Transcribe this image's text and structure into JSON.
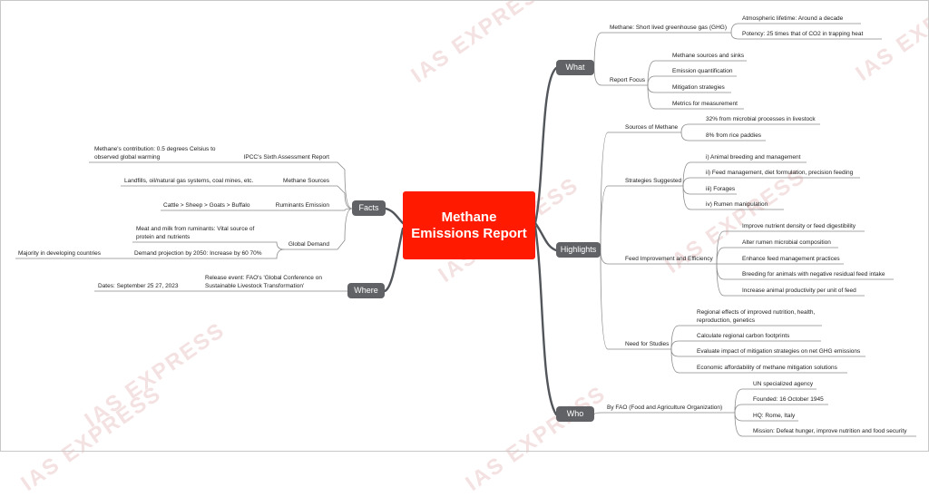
{
  "watermark": "IAS EXPRESS",
  "central": {
    "line1": "Methane",
    "line2": "Emissions Report"
  },
  "what": {
    "label": "What",
    "methane": "Methane: Short lived greenhouse gas (GHG)",
    "lifetime": "Atmospheric lifetime: Around a decade",
    "potency": "Potency: 25 times that of CO2 in trapping heat",
    "report_focus": "Report Focus",
    "focus": [
      "Methane sources and sinks",
      "Emission quantification",
      "Mitigation strategies",
      "Metrics for measurement"
    ]
  },
  "highlights": {
    "label": "Highlights",
    "sources": "Sources of Methane",
    "sources_items": [
      "32% from microbial processes in livestock",
      "8% from rice paddies"
    ],
    "strategies": "Strategies Suggested",
    "strategies_items": [
      "i) Animal breeding and management",
      "ii) Feed management, diet formulation, precision feeding",
      "iii) Forages",
      "iv) Rumen manipulation"
    ],
    "feed": "Feed Improvement and Efficiency",
    "feed_items": [
      "Improve nutrient density or feed digestibility",
      "Alter rumen microbial composition",
      "Enhance feed management practices",
      "Breeding for animals with negative residual feed intake",
      "Increase animal productivity per unit of feed"
    ],
    "studies": "Need for Studies",
    "studies_first_1": "Regional effects of improved nutrition, health,",
    "studies_first_2": "reproduction, genetics",
    "studies_items": [
      "Calculate regional carbon footprints",
      "Evaluate impact of mitigation strategies on net GHG emissions",
      "Economic affordability of methane mitigation solutions"
    ]
  },
  "who": {
    "label": "Who",
    "fao": "By FAO (Food and Agriculture Organization)",
    "items": [
      "UN specialized agency",
      "Founded: 16 October 1945",
      "HQ: Rome, Italy",
      "Mission: Defeat hunger, improve nutrition and food security"
    ]
  },
  "facts": {
    "label": "Facts",
    "ipcc": "IPCC's Sixth Assessment Report",
    "ipcc_detail_1": "Methane's contribution: 0.5 degrees Celsius to",
    "ipcc_detail_2": "observed global warming",
    "sources": "Methane Sources",
    "sources_detail": "Landfills, oil/natural gas systems, coal mines, etc.",
    "ruminants": "Ruminants Emission",
    "ruminants_detail": "Cattle > Sheep > Goats > Buffalo",
    "demand": "Global Demand",
    "demand_meat_1": "Meat and milk from ruminants: Vital source of",
    "demand_meat_2": "protein and nutrients",
    "demand_projection": "Demand projection by 2050: Increase by 60 70%",
    "demand_majority": "Majority in developing countries"
  },
  "where": {
    "label": "Where",
    "release_1": "Release event: FAO's 'Global Conference on",
    "release_2": "Sustainable Livestock Transformation'",
    "dates": "Dates: September 25 27, 2023"
  }
}
